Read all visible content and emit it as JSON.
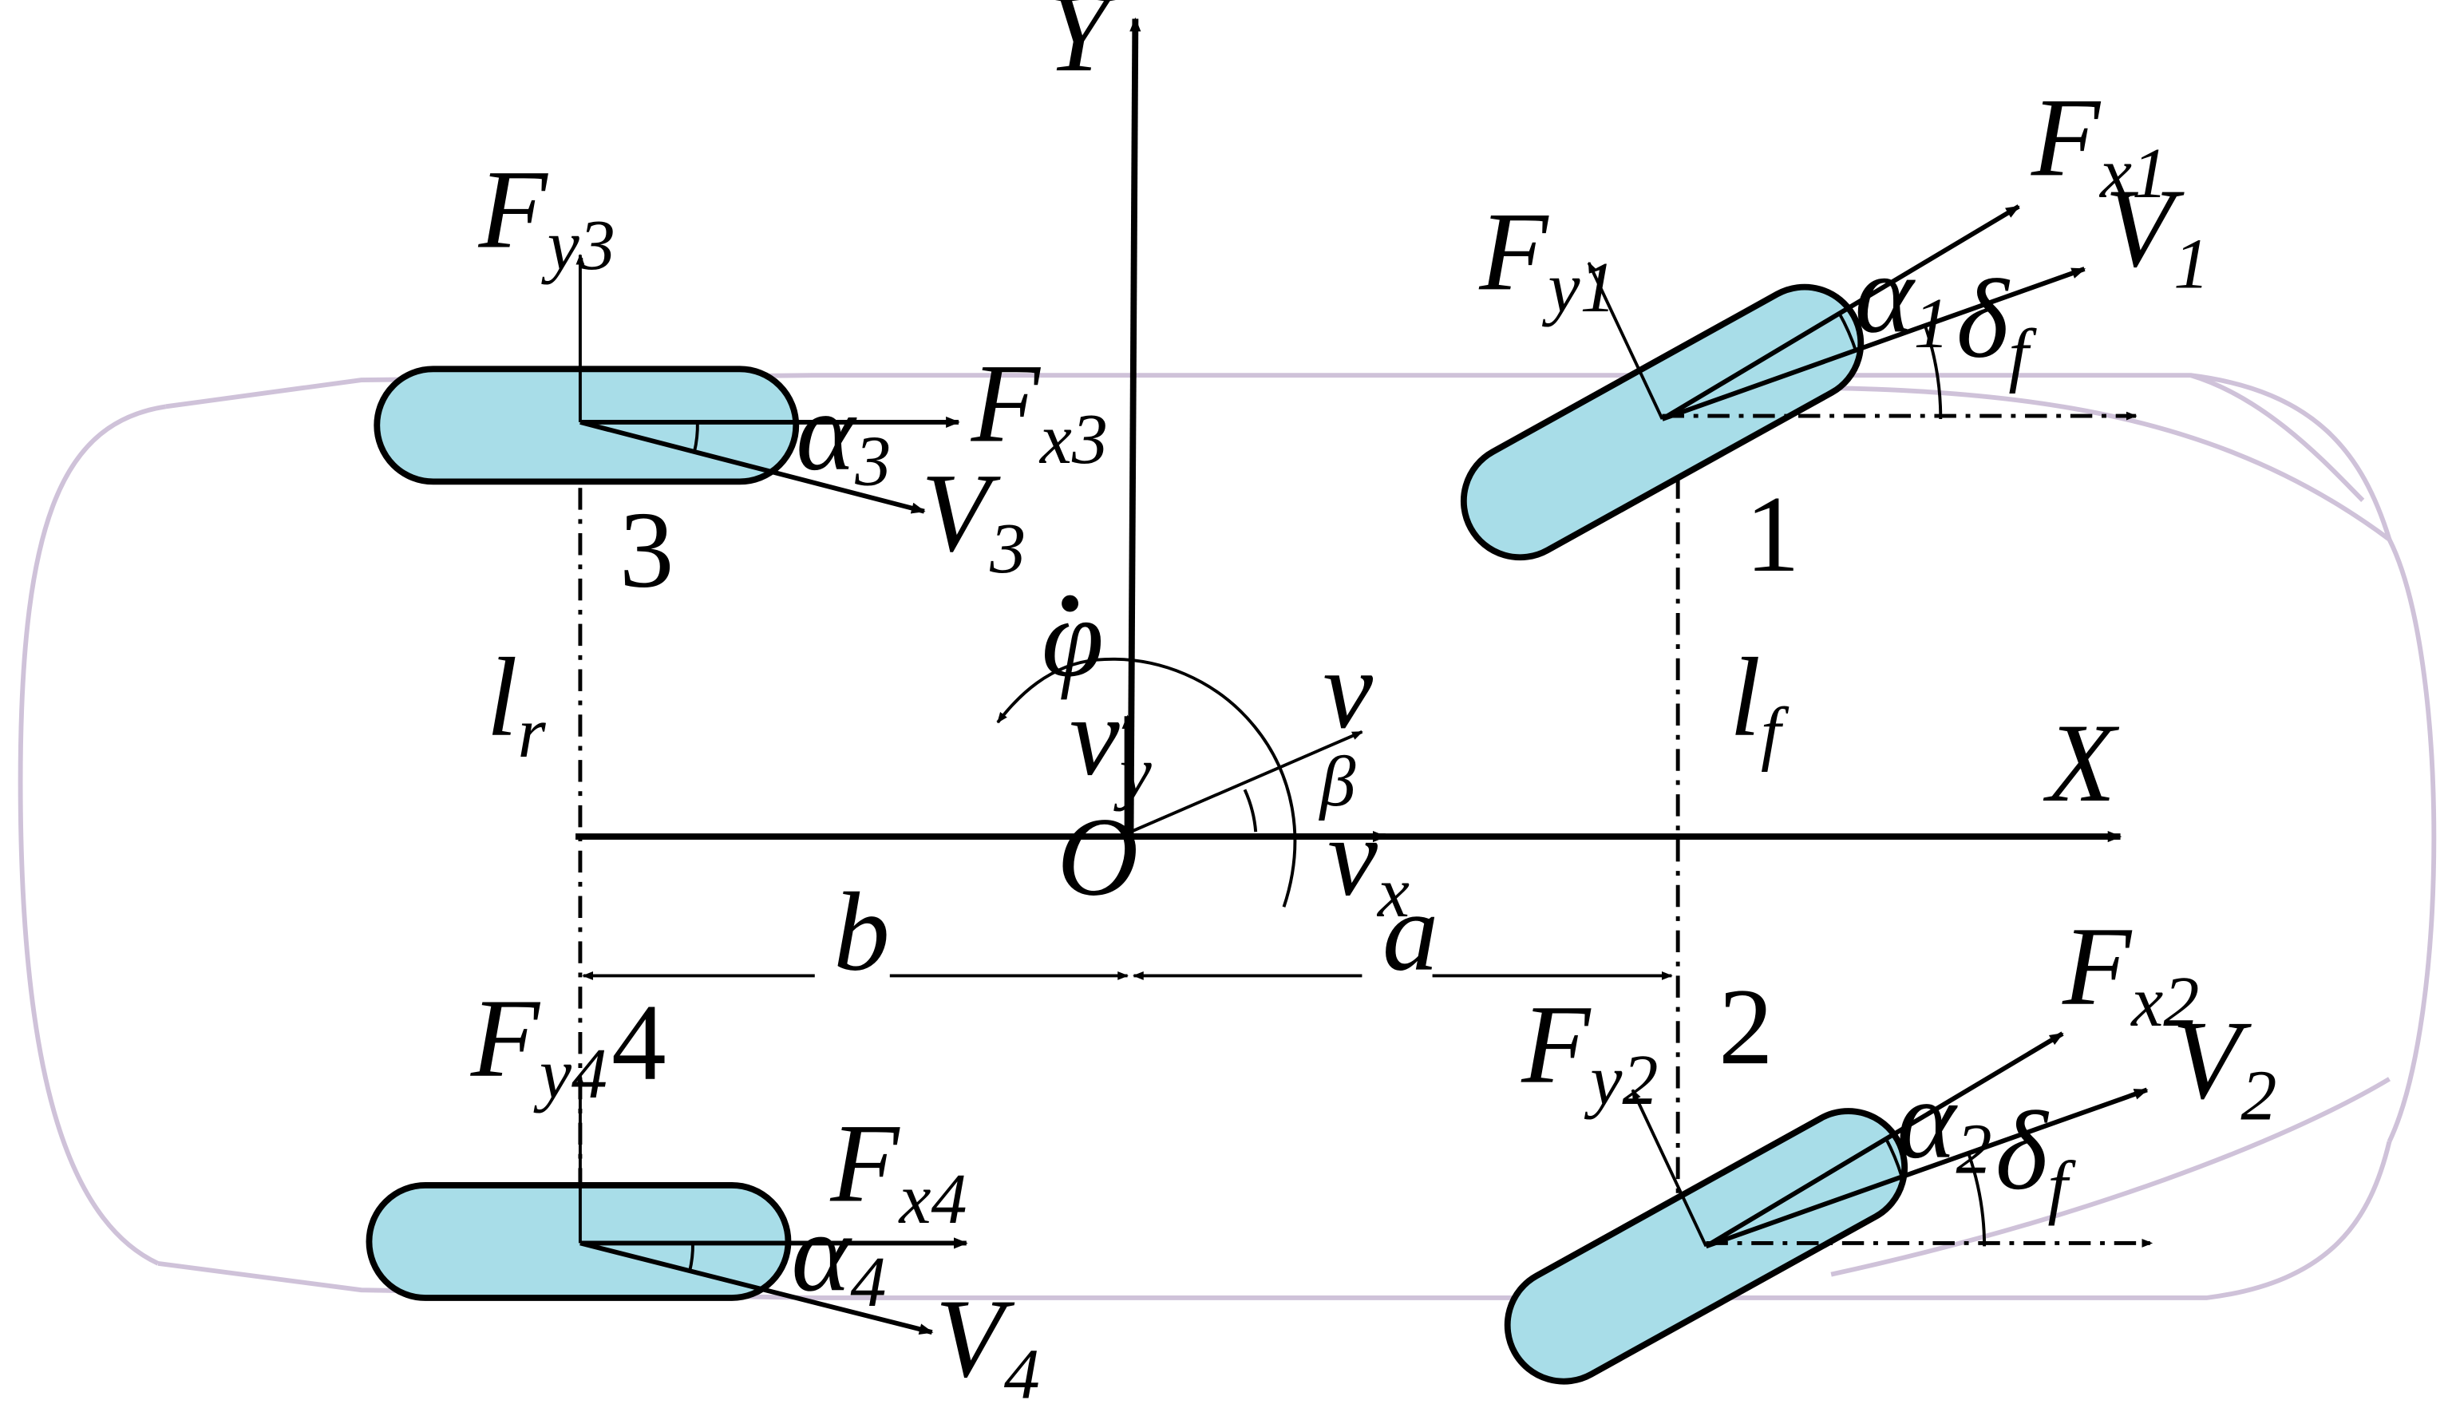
{
  "axes": {
    "x": "X",
    "y": "Y",
    "origin": "O"
  },
  "vehicle": {
    "yaw_rate": "φ",
    "velocity": {
      "base": "v",
      "sub": ""
    },
    "velocity_y": {
      "base": "v",
      "sub": "y"
    },
    "velocity_x": {
      "base": "v",
      "sub": "x"
    },
    "slip_angle": "β"
  },
  "dimensions": {
    "rear_distance": "b",
    "front_distance": "a",
    "rear_label": {
      "base": "l",
      "sub": "r"
    },
    "front_label": {
      "base": "l",
      "sub": "f"
    }
  },
  "wheels": [
    {
      "number": "1",
      "fx": {
        "base": "F",
        "sub": "x1"
      },
      "fy": {
        "base": "F",
        "sub": "y1"
      },
      "v": {
        "base": "V",
        "sub": "1"
      },
      "alpha": {
        "base": "α",
        "sub": "1"
      },
      "delta": {
        "base": "δ",
        "sub": "f"
      }
    },
    {
      "number": "2",
      "fx": {
        "base": "F",
        "sub": "x2"
      },
      "fy": {
        "base": "F",
        "sub": "y2"
      },
      "v": {
        "base": "V",
        "sub": "2"
      },
      "alpha": {
        "base": "α",
        "sub": "2"
      },
      "delta": {
        "base": "δ",
        "sub": "f"
      }
    },
    {
      "number": "3",
      "fx": {
        "base": "F",
        "sub": "x3"
      },
      "fy": {
        "base": "F",
        "sub": "y3"
      },
      "v": {
        "base": "V",
        "sub": "3"
      },
      "alpha": {
        "base": "α",
        "sub": "3"
      }
    },
    {
      "number": "4",
      "fx": {
        "base": "F",
        "sub": "x4"
      },
      "fy": {
        "base": "F",
        "sub": "y4"
      },
      "v": {
        "base": "V",
        "sub": "4"
      },
      "alpha": {
        "base": "α",
        "sub": "4"
      }
    }
  ],
  "colors": {
    "body_outline": "#cfc2d9",
    "tire_fill": "#a8dde8",
    "ink": "#000000"
  }
}
